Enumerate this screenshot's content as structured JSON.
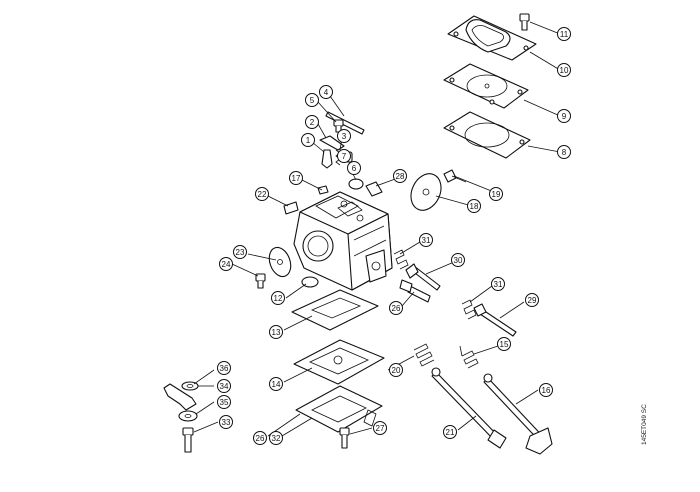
{
  "diagram": {
    "drawing_code": "145ET049 SC",
    "callouts": [
      {
        "id": "c11",
        "label": "11"
      },
      {
        "id": "c10",
        "label": "10"
      },
      {
        "id": "c9",
        "label": "9"
      },
      {
        "id": "c8",
        "label": "8"
      },
      {
        "id": "c4",
        "label": "4"
      },
      {
        "id": "c5",
        "label": "5"
      },
      {
        "id": "c2",
        "label": "2"
      },
      {
        "id": "c3",
        "label": "3"
      },
      {
        "id": "c1",
        "label": "1"
      },
      {
        "id": "c7",
        "label": "7"
      },
      {
        "id": "c6",
        "label": "6"
      },
      {
        "id": "c28",
        "label": "28"
      },
      {
        "id": "c17",
        "label": "17"
      },
      {
        "id": "c22",
        "label": "22"
      },
      {
        "id": "c19",
        "label": "19"
      },
      {
        "id": "c18",
        "label": "18"
      },
      {
        "id": "c23",
        "label": "23"
      },
      {
        "id": "c24",
        "label": "24"
      },
      {
        "id": "c31a",
        "label": "31"
      },
      {
        "id": "c30",
        "label": "30"
      },
      {
        "id": "c31b",
        "label": "31"
      },
      {
        "id": "c12",
        "label": "12"
      },
      {
        "id": "c26a",
        "label": "26"
      },
      {
        "id": "c29",
        "label": "29"
      },
      {
        "id": "c13",
        "label": "13"
      },
      {
        "id": "c15",
        "label": "15"
      },
      {
        "id": "c36",
        "label": "36"
      },
      {
        "id": "c20",
        "label": "20"
      },
      {
        "id": "c34",
        "label": "34"
      },
      {
        "id": "c14",
        "label": "14"
      },
      {
        "id": "c16",
        "label": "16"
      },
      {
        "id": "c35",
        "label": "35"
      },
      {
        "id": "c33",
        "label": "33"
      },
      {
        "id": "c27",
        "label": "27"
      },
      {
        "id": "c26b",
        "label": "26"
      },
      {
        "id": "c32",
        "label": "32"
      },
      {
        "id": "c21",
        "label": "21"
      }
    ]
  }
}
